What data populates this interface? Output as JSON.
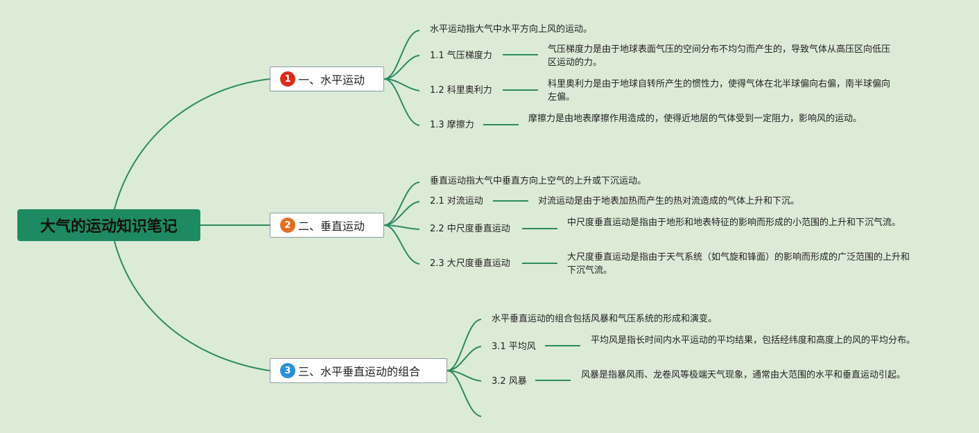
{
  "root": {
    "title": "大气的运动知识笔记"
  },
  "colors": {
    "line": "#2b8a5e",
    "background": "#dcebd6",
    "root": "#1e8a62"
  },
  "branches": [
    {
      "number": "1",
      "badge_color": "#d62d1b",
      "label": "一、水平运动",
      "intro": "水平运动指大气中水平方向上风的运动。",
      "items": [
        {
          "label": "1.1 气压梯度力",
          "desc": "气压梯度力是由于地球表面气压的空间分布不均匀而产生的，导致气体从高压区向低压区运动的力。"
        },
        {
          "label": "1.2 科里奥利力",
          "desc": "科里奥利力是由于地球自转所产生的惯性力，使得气体在北半球偏向右偏，南半球偏向左偏。"
        },
        {
          "label": "1.3 摩擦力",
          "desc": "摩擦力是由地表摩擦作用造成的，使得近地层的气体受到一定阻力，影响风的运动。"
        }
      ]
    },
    {
      "number": "2",
      "badge_color": "#e0711f",
      "label": "二、垂直运动",
      "intro": "垂直运动指大气中垂直方向上空气的上升或下沉运动。",
      "items": [
        {
          "label": "2.1 对流运动",
          "desc": "对流运动是由于地表加热而产生的热对流造成的气体上升和下沉。"
        },
        {
          "label": "2.2 中尺度垂直运动",
          "desc": "中尺度垂直运动是指由于地形和地表特征的影响而形成的小范围的上升和下沉气流。"
        },
        {
          "label": "2.3 大尺度垂直运动",
          "desc": "大尺度垂直运动是指由于天气系统（如气旋和锋面）的影响而形成的广泛范围的上升和下沉气流。"
        }
      ]
    },
    {
      "number": "3",
      "badge_color": "#2a8fd8",
      "label": "三、水平垂直运动的组合",
      "intro": "水平垂直运动的组合包括风暴和气压系统的形成和演变。",
      "items": [
        {
          "label": "3.1 平均风",
          "desc": "平均风是指长时间内水平运动的平均结果，包括经纬度和高度上的风的平均分布。"
        },
        {
          "label": "3.2 风暴",
          "desc": "风暴是指暴风雨、龙卷风等极端天气现象，通常由大范围的水平和垂直运动引起。"
        }
      ]
    }
  ]
}
